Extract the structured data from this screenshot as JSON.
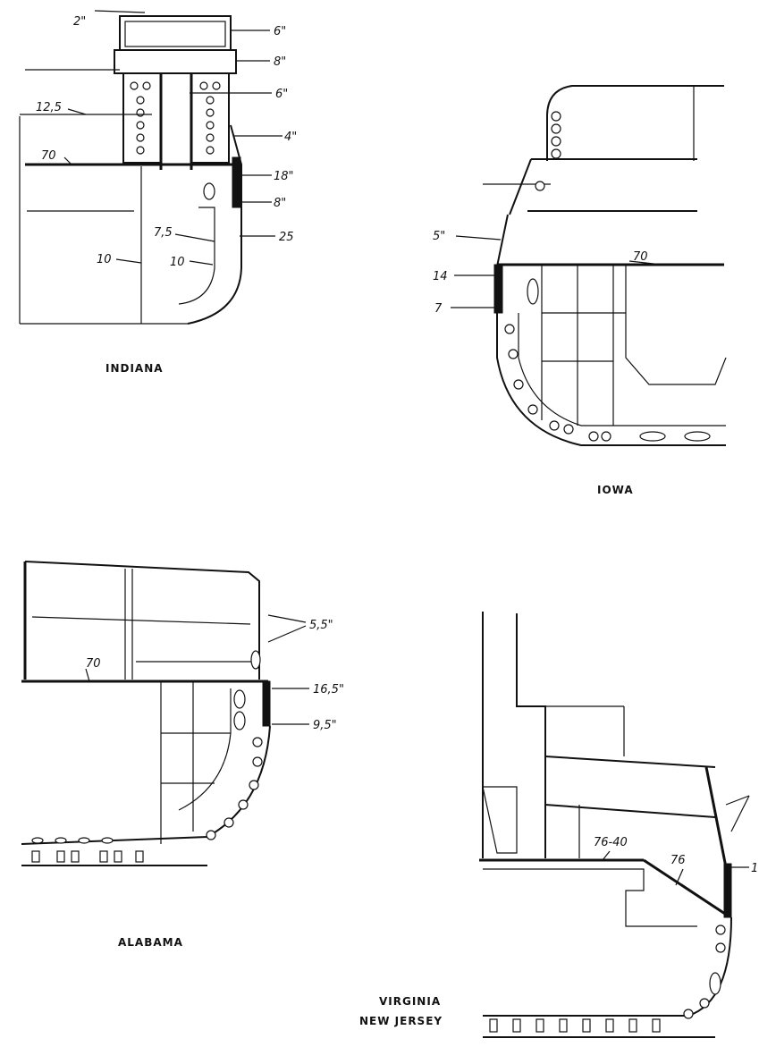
{
  "indiana": {
    "caption": "INDIANA",
    "labels": [
      "2\"",
      "6\"",
      "8\"",
      "6\"",
      "12,5",
      "4\"",
      "70",
      "18\"",
      "8\"",
      "7,5",
      "25",
      "10",
      "10"
    ]
  },
  "iowa": {
    "caption": "IOWA",
    "labels": [
      "5\"",
      "70",
      "14",
      "7"
    ]
  },
  "alabama": {
    "caption": "ALABAMA",
    "labels": [
      "5,5\"",
      "70",
      "16,5\"",
      "9,5\""
    ]
  },
  "virginia": {
    "caption_line1": "VIRGINIA",
    "caption_line2": "NEW JERSEY",
    "labels": [
      "76-40",
      "76",
      "1"
    ]
  },
  "colors": {
    "ink": "#111111",
    "paper": "#ffffff"
  }
}
